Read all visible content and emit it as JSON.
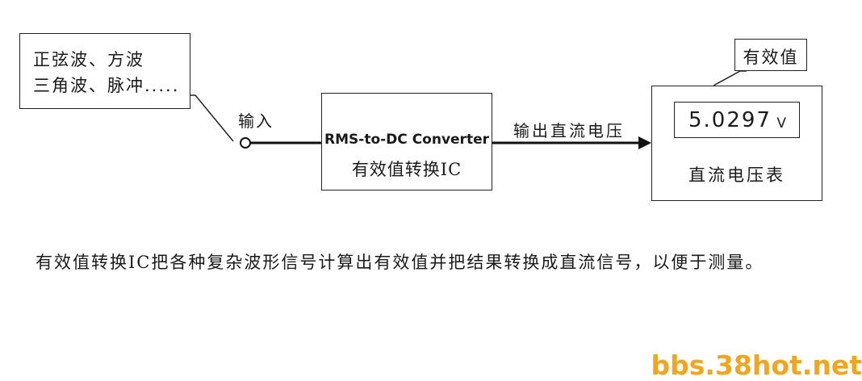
{
  "callout": {
    "line1": "正弦波、方波",
    "line2": "三角波、脉冲....."
  },
  "input_label": "输入",
  "converter": {
    "title": "RMS-to-DC Converter",
    "subtitle": "有效值转换IC"
  },
  "output_label": "输出直流电压",
  "meter": {
    "reading": "5.0297",
    "unit": "V",
    "name": "直流电压表",
    "callout_label": "有效值"
  },
  "description": "有效值转换IC把各种复杂波形信号计算出有效值并把结果转换成直流信号，以便于测量。",
  "watermark": "bbs.38hot.net",
  "colors": {
    "line": "#111111",
    "watermark": "#f2a51e"
  }
}
